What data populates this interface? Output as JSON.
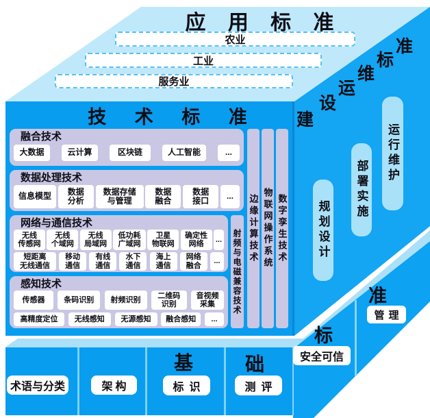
{
  "colors": {
    "top_face": "#BFE8FB",
    "front_face": "#089DEF",
    "right_face": "#14A5F3",
    "bottom_wing": "#0DA2F2",
    "panel_lavender": "#C9C7E4",
    "pill_light_blue": "#A9E1F9",
    "text_dark": "#0E0E16"
  },
  "top_face": {
    "title": "应 用 标 准",
    "bars": [
      "农业",
      "工业",
      "服务业"
    ]
  },
  "right_face": {
    "diagonal_label": "建设运维标准",
    "diagonal_chars": [
      "建",
      "设",
      "运",
      "维",
      "标",
      "准"
    ],
    "pills": [
      "规划设计",
      "部署实施",
      "运行维护"
    ]
  },
  "front_face": {
    "title": "技 术 标 准",
    "sections": [
      {
        "header": "融合技术",
        "rows": [
          [
            "大数据",
            "云计算",
            "区块链",
            "人工智能",
            "..."
          ]
        ]
      },
      {
        "header": "数据处理技术",
        "rows": [
          [
            "信息模型",
            "数据\n分析",
            "数据存储\n与管理",
            "数据\n融合",
            "数据\n接口",
            "..."
          ]
        ]
      },
      {
        "header": "网络与通信技术",
        "rows": [
          [
            "无线\n传感网",
            "无线\n个域网",
            "无线\n局域网",
            "低功耗\n广域网",
            "卫星\n物联网",
            "确定性\n网络",
            "..."
          ],
          [
            "短距离\n无线通信",
            "移动\n通信",
            "有线\n通信",
            "水下\n通信",
            "海上\n通信",
            "网络\n融合",
            "..."
          ]
        ]
      },
      {
        "header": "感知技术",
        "rows": [
          [
            "传感器",
            "条码识别",
            "射频识别",
            "二维码\n识别",
            "音视频\n采集"
          ],
          [
            "高精度定位",
            "无线感知",
            "无源感知",
            "融合感知",
            "..."
          ]
        ]
      }
    ],
    "strips": [
      "射频与电磁兼容技术",
      "边缘计算技术",
      "物联网操作系统",
      "数字孪生技术"
    ]
  },
  "bottom": {
    "title_chars": [
      "基",
      "础"
    ],
    "boxes": [
      "术语与分类",
      "架构",
      "标识",
      "测评"
    ],
    "wing": {
      "label_chars": [
        "标",
        "准"
      ],
      "boxes": [
        "安全可信",
        "管理"
      ]
    }
  }
}
